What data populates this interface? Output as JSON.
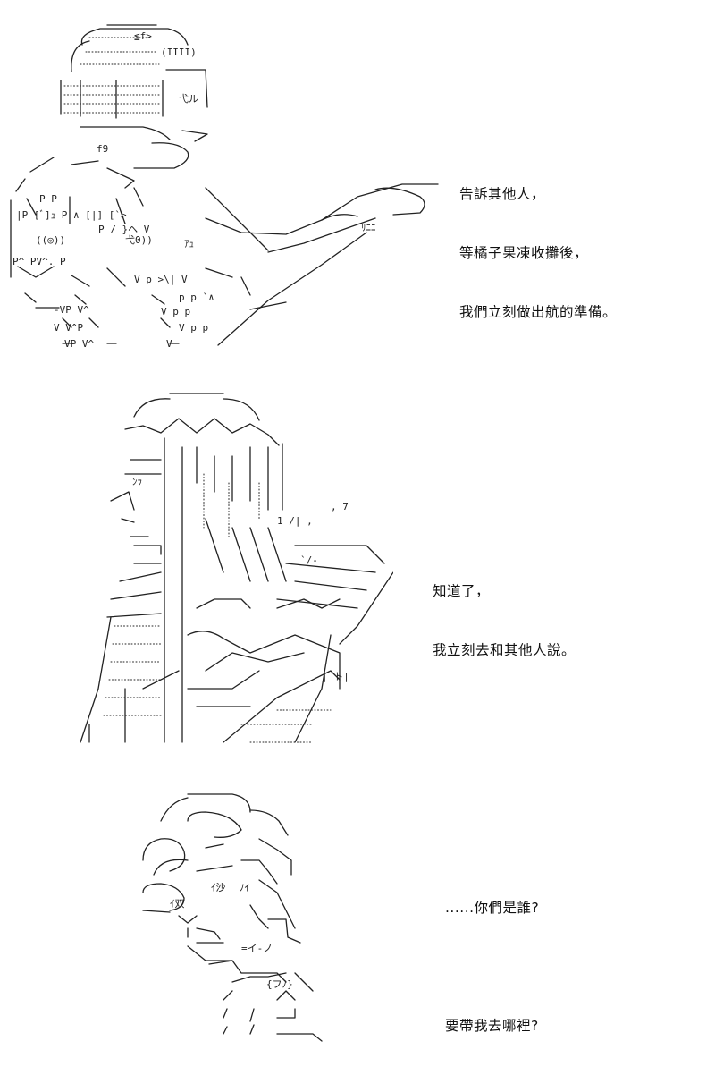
{
  "panels": [
    {
      "id": "panel-1",
      "dialogue": [
        "告訴其他人，",
        "等橘子果凍收攤後，",
        "我們立刻做出航的準備。"
      ]
    },
    {
      "id": "panel-2",
      "dialogue": [
        "知道了，",
        "我立刻去和其他人說。"
      ]
    },
    {
      "id": "panel-3",
      "dialogue": [
        "......你們是誰?",
        "",
        "要帶我去哪裡?"
      ]
    }
  ],
  "art_labels": {
    "p1_hat": "(IIII)",
    "p1_hat_mark": "≦f>",
    "p1_face": "弋ル",
    "p1_cheek": "f9",
    "p1_badge": "((◎))",
    "p1_badge2": "弋0))",
    "p1_arm": "ｱｭ",
    "p1_hand": "ﾘﾆﾆ",
    "p2_mouth": "ﾝﾗ",
    "p3_face1": "ｲ沙",
    "p3_face2": "ﾉｲ",
    "p3_eye": "ｲ双",
    "p3_chin": "=イ-ノ",
    "p3_neck": "{フﾉ}"
  }
}
